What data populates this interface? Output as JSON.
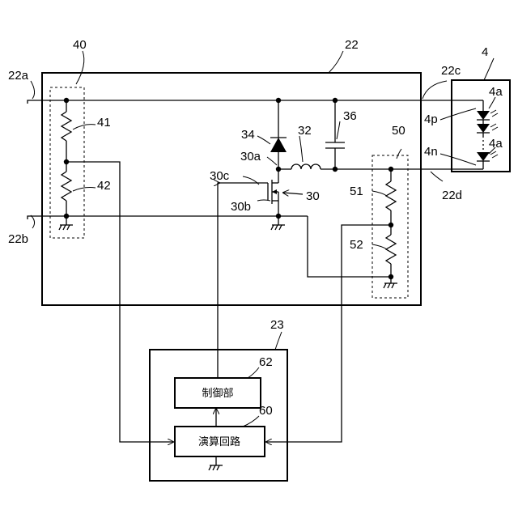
{
  "diagram": {
    "labels": {
      "sensor_block": "40",
      "drive_board": "22",
      "load": "4",
      "terminal_a": "22a",
      "terminal_b": "22b",
      "terminal_c": "22c",
      "terminal_d": "22d",
      "resistor_41": "41",
      "resistor_42": "42",
      "resistor_51": "51",
      "resistor_52": "52",
      "detector_block": "50",
      "diode": "34",
      "inductor": "32",
      "capacitor": "36",
      "switch_drain": "30a",
      "switch_gate": "30c",
      "switch_source": "30b",
      "switch": "30",
      "load_positive": "4p",
      "load_negative": "4n",
      "led_top": "4a",
      "led_bottom": "4a",
      "control_unit": "23",
      "controller_ref": "62",
      "calculator_ref": "60"
    },
    "blocks": {
      "controller_name": "制御部",
      "calculator_name": "演算回路"
    }
  }
}
